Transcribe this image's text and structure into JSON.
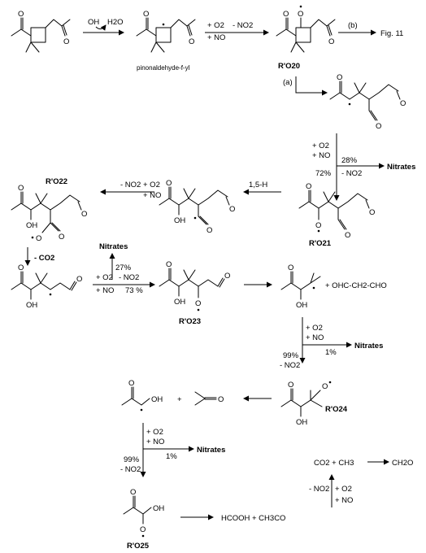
{
  "labels": {
    "oh": "OH",
    "h2o": "H2O",
    "o2": "+ O2",
    "no": "+ NO",
    "minus_no2": "- NO2",
    "b": "(b)",
    "fig11": "Fig. 11",
    "a": "(a)",
    "pinon_radical": "pinonaldehyde-f-yl",
    "ro20": "R'O20",
    "ro21": "R'O21",
    "ro22": "R'O22",
    "ro23": "R'O23",
    "ro24": "R'O24",
    "ro25": "R'O25",
    "nitrates": "Nitrates",
    "pct28": "28%",
    "pct72": "72%",
    "h15": "1,5-H",
    "minus_co2": "- CO2",
    "pct27": "27%",
    "pct73": "73 %",
    "ohc": "+ OHC-CH2-CHO",
    "pct99": "99%",
    "pct1": "1%",
    "plus": "+",
    "co2ch3": "CO2 + CH3",
    "ch2o": "CH2O",
    "hcooh": "HCOOH  +  CH3CO",
    "o": "O",
    "oh_ring": "OH"
  }
}
